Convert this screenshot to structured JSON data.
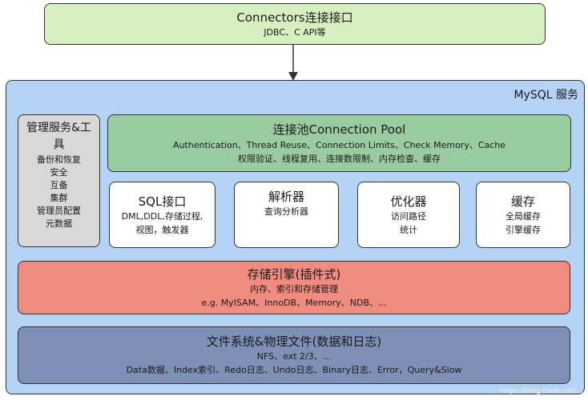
{
  "connectors": {
    "title": "Connectors连接接口",
    "subtitle": "JDBC、C API等"
  },
  "mysql_label": "MySQL 服务",
  "management": {
    "title": "管理服务&工具",
    "items": [
      "备份和恢复",
      "安全",
      "互备",
      "集群",
      "管理员配置",
      "元数据"
    ]
  },
  "connection_pool": {
    "title": "连接池Connection Pool",
    "line1": "Authentication、Thread Reuse、Connection Limits、Check Memory、Cache",
    "line2": "权限验证、线程复用、连接数限制、内存检查、缓存"
  },
  "components": {
    "sql": {
      "title": "SQL接口",
      "line1": "DML,DDL,存储过程,",
      "line2": "视图，触发器"
    },
    "parser": {
      "title": "解析器",
      "line1": "查询分析器"
    },
    "optimizer": {
      "title": "优化器",
      "line1": "访问路径",
      "line2": "统计"
    },
    "cache": {
      "title": "缓存",
      "line1": "全局缓存",
      "line2": "引擎缓存"
    }
  },
  "storage_engine": {
    "title": "存储引擎(插件式)",
    "line1": "内存、索引和存储管理",
    "line2": "e.g. MyISAM、InnoDB、Memory、NDB、..."
  },
  "file_system": {
    "title": "文件系统&物理文件(数据和日志)",
    "line1": "NFS、ext 2/3、...",
    "line2": "Data数据、Index索引、Redo日志、Undo日志、Binary日志、Error，Query&Slow"
  },
  "watermark": "https://blog.csdn.net/..."
}
